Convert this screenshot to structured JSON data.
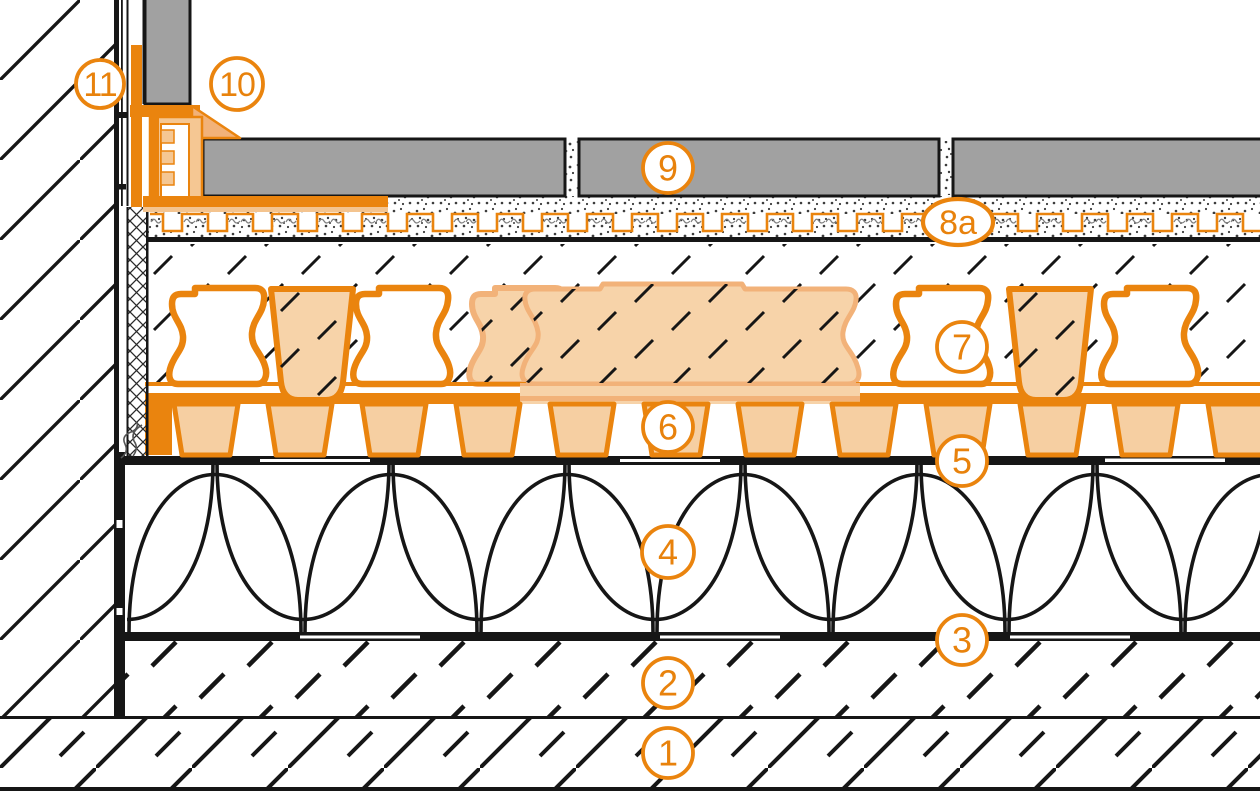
{
  "diagram": {
    "type": "construction-detail-cross-section",
    "callouts": [
      {
        "label": "1"
      },
      {
        "label": "2"
      },
      {
        "label": "3"
      },
      {
        "label": "4"
      },
      {
        "label": "5"
      },
      {
        "label": "6"
      },
      {
        "label": "7"
      },
      {
        "label": "8a"
      },
      {
        "label": "9"
      },
      {
        "label": "10"
      },
      {
        "label": "11"
      }
    ],
    "colors": {
      "accent_orange": "#ea840e",
      "callout_text_orange": "#e8820c",
      "light_orange_fill": "#f7d3a9",
      "light_orange_outline": "#f2b279",
      "channel_fill": "#f5c793",
      "tile_gray": "#a1a1a1",
      "line_black": "#161616"
    }
  }
}
